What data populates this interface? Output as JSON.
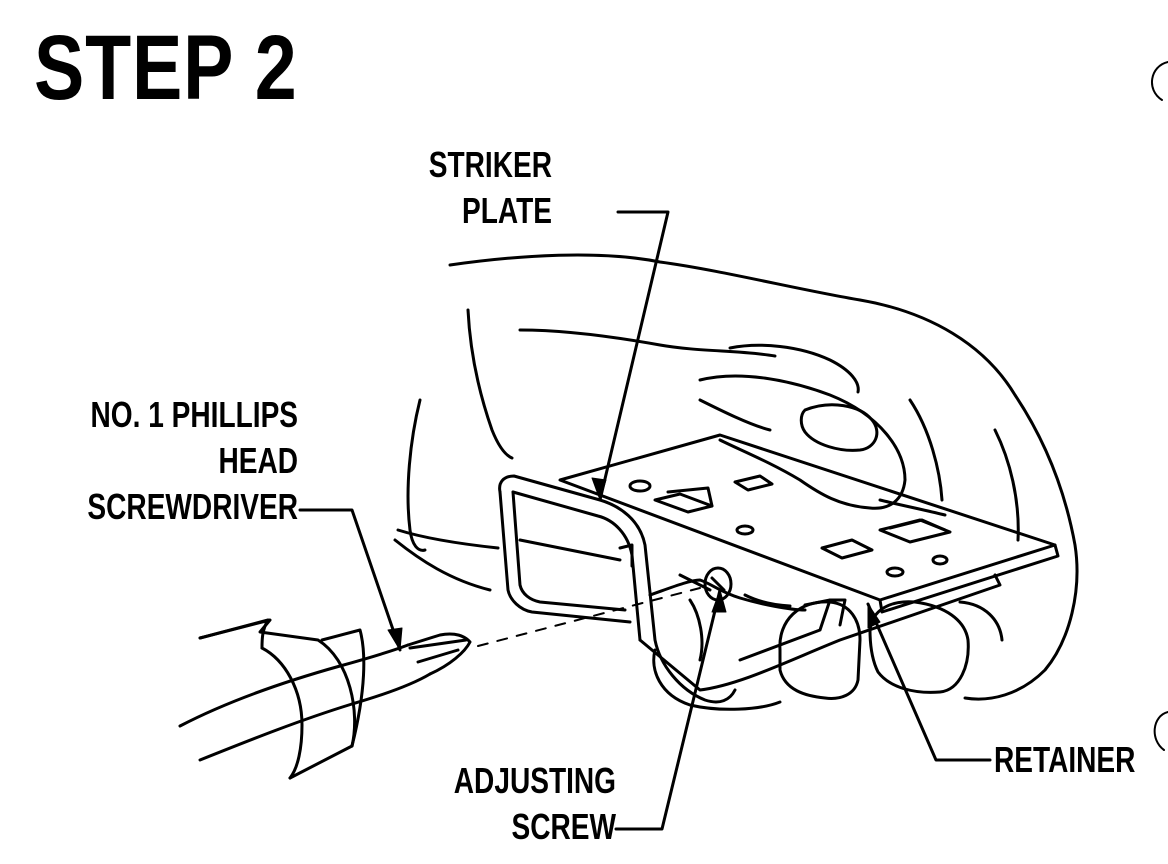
{
  "title": "STEP 2",
  "labels": {
    "striker_plate": [
      "STRIKER",
      "PLATE"
    ],
    "screwdriver": [
      "NO. 1 PHILLIPS",
      "HEAD",
      "SCREWDRIVER"
    ],
    "adjusting_screw": [
      "ADJUSTING",
      "SCREW"
    ],
    "retainer": "RETAINER"
  },
  "colors": {
    "ink": "#000000",
    "paper": "#ffffff"
  }
}
